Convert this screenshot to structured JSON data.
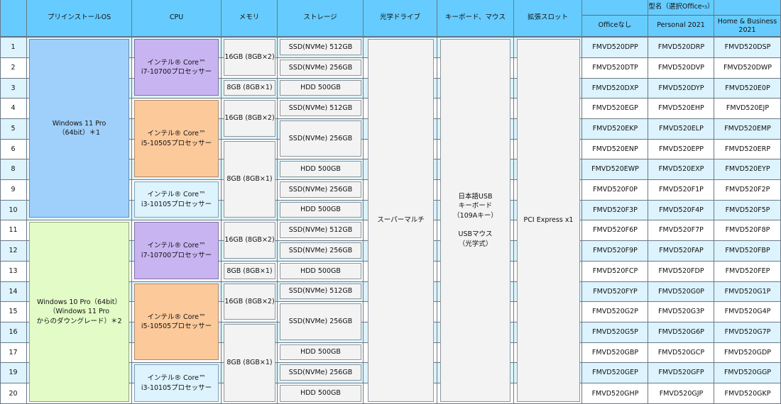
{
  "headers": {
    "os": "プリインストールOS",
    "cpu": "CPU",
    "memory": "メモリ",
    "storage": "ストレージ",
    "optical": "光学ドライブ",
    "keyboard_mouse": "キーボード、マウス",
    "slot": "拡張スロット",
    "model_group": "型名（選択Office",
    "model_group_sup": "*3",
    "model_group_tail": "）",
    "office_none": "Officeなし",
    "personal": "Personal 2021",
    "home_business": "Home & Business\n2021"
  },
  "row_numbers": [
    "1",
    "2",
    "3",
    "4",
    "5",
    "6",
    "8",
    "9",
    "10",
    "11",
    "12",
    "13",
    "14",
    "15",
    "16",
    "17",
    "19",
    "20"
  ],
  "os_entries": [
    "Windows 11 Pro\n（64bit）＊1",
    "Windows 10 Pro（64bit）\n（Windows 11 Pro\nからのダウングレード）＊2"
  ],
  "cpu_entries": [
    "インテル® Core™\ni7-10700プロセッサー",
    "インテル® Core™\ni5-10505プロセッサー",
    "インテル® Core™\ni3-10105プロセッサー",
    "インテル® Core™\ni7-10700プロセッサー",
    "インテル® Core™\ni5-10505プロセッサー",
    "インテル® Core™\ni3-10105プロセッサー"
  ],
  "memory_entries": [
    "16GB (8GB×2)",
    "8GB (8GB×1)",
    "16GB (8GB×2)",
    "8GB (8GB×1)",
    "16GB (8GB×2)",
    "8GB (8GB×1)",
    "16GB (8GB×2)",
    "8GB (8GB×1)"
  ],
  "storage_entries": [
    "SSD(NVMe) 512GB",
    "SSD(NVMe) 256GB",
    "HDD 500GB",
    "SSD(NVMe) 512GB",
    "SSD(NVMe) 256GB",
    "HDD 500GB",
    "SSD(NVMe) 256GB",
    "HDD 500GB",
    "SSD(NVMe) 512GB",
    "SSD(NVMe) 256GB",
    "HDD 500GB",
    "SSD(NVMe) 512GB",
    "SSD(NVMe) 256GB",
    "HDD 500GB",
    "SSD(NVMe) 256GB",
    "HDD 500GB"
  ],
  "optical_drive": "スーパーマルチ",
  "keyboard_mouse": "日本語USB\nキーボード\n（109Aキー）\n\nUSBマウス\n（光学式）",
  "expansion_slot": "PCI Express x1",
  "models": [
    [
      "FMVD520DPP",
      "FMVD520DRP",
      "FMVD520DSP"
    ],
    [
      "FMVD520DTP",
      "FMVD520DVP",
      "FMVD520DWP"
    ],
    [
      "FMVD520DXP",
      "FMVD520DYP",
      "FMVD520E0P"
    ],
    [
      "FMVD520EGP",
      "FMVD520EHP",
      "FMVD520EJP"
    ],
    [
      "FMVD520EKP",
      "FMVD520ELP",
      "FMVD520EMP"
    ],
    [
      "FMVD520ENP",
      "FMVD520EPP",
      "FMVD520ERP"
    ],
    [
      "FMVD520EWP",
      "FMVD520EXP",
      "FMVD520EYP"
    ],
    [
      "FMVD520F0P",
      "FMVD520F1P",
      "FMVD520F2P"
    ],
    [
      "FMVD520F3P",
      "FMVD520F4P",
      "FMVD520F5P"
    ],
    [
      "FMVD520F6P",
      "FMVD520F7P",
      "FMVD520F8P"
    ],
    [
      "FMVD520F9P",
      "FMVD520FAP",
      "FMVD520FBP"
    ],
    [
      "FMVD520FCP",
      "FMVD520FDP",
      "FMVD520FEP"
    ],
    [
      "FMVD520FYP",
      "FMVD520G0P",
      "FMVD520G1P"
    ],
    [
      "FMVD520G2P",
      "FMVD520G3P",
      "FMVD520G4P"
    ],
    [
      "FMVD520G5P",
      "FMVD520G6P",
      "FMVD520G7P"
    ],
    [
      "FMVD520GBP",
      "FMVD520GCP",
      "FMVD520GDP"
    ],
    [
      "FMVD520GEP",
      "FMVD520GFP",
      "FMVD520GGP"
    ],
    [
      "FMVD520GHP",
      "FMVD520GJP",
      "FMVD520GKP"
    ]
  ],
  "colors": {
    "header_bg": "#66ccff",
    "stripe_bg": "#ddf3fd",
    "os_win11": "#9fd0fb",
    "os_win10": "#e3fcc7",
    "cpu_i7": "#c9b4f2",
    "cpu_i5": "#fcc99a",
    "cpu_i3": "#ddf3fd",
    "gray_box": "#f3f3f3"
  }
}
